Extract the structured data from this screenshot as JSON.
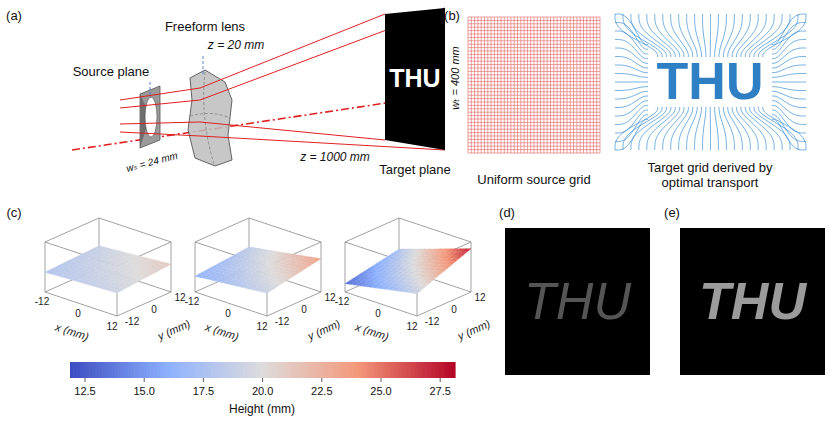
{
  "diagram": {
    "nodes": [
      {
        "text": [
          "THU"
        ]
      },
      {
        "text": [
          "THU"
        ]
      },
      {
        "text": [
          "THU"
        ]
      }
    ],
    "labels": [
      "(a)",
      "Freeform lens",
      "z = 20 mm",
      "Source plane",
      "wₜ = 400 mm",
      "z = 1000 mm",
      "wₛ = 24 mm",
      "Target plane",
      "(b)",
      "Uniform source grid",
      "Target grid derived by optimal transport",
      "THU",
      "(c)",
      "-12",
      "0",
      "12",
      "x (mm)",
      "-12",
      "0",
      "12",
      "y (mm)",
      "-12",
      "0",
      "12",
      "x (mm)",
      "-12",
      "0",
      "12",
      "y (mm)",
      "-12",
      "0",
      "12",
      "x (mm)",
      "-12",
      "0",
      "12",
      "y (mm)",
      "12.5",
      "15.0",
      "17.5",
      "20.0",
      "22.5",
      "25.0",
      "27.5",
      "Height (mm)",
      "(d)",
      "(e)"
    ]
  }
}
